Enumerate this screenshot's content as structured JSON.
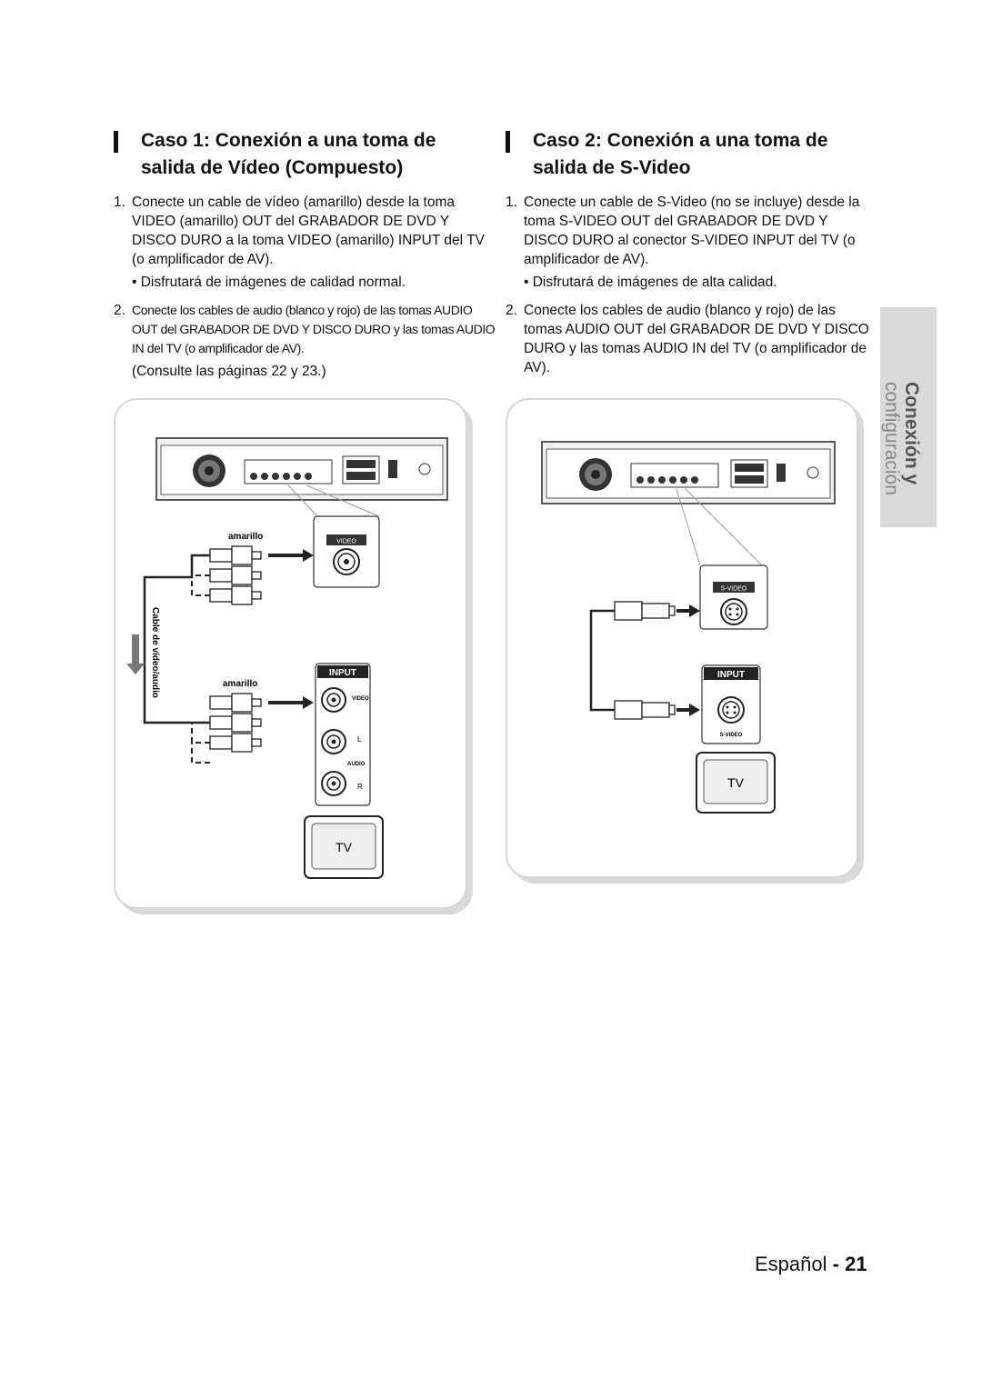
{
  "case1": {
    "title_line1": "Caso 1: Conexión a una toma de",
    "title_line2": "salida de Vídeo (Compuesto)",
    "steps": [
      {
        "num": "1.",
        "text": "Conecte un cable de vídeo (amarillo) desde la toma VIDEO (amarillo) OUT del GRABADOR DE DVD Y DISCO DURO a la toma VIDEO (amarillo) INPUT del TV (o amplificador de AV).",
        "note": "• Disfrutará de imágenes de calidad normal."
      },
      {
        "num": "2.",
        "text": "Conecte los cables de audio (blanco y rojo) de las tomas AUDIO OUT del GRABADOR DE DVD Y DISCO DURO y las tomas AUDIO IN del TV (o amplificador de AV).",
        "note": "(Consulte las páginas 22 y 23.)"
      }
    ],
    "diagram": {
      "label_amarillo_top": "amarillo",
      "label_amarillo_bottom": "amarillo",
      "cable_label": "Cable de vídeo/audio",
      "video_jack_label": "VIDEO",
      "input_badge": "INPUT",
      "tv_video": "VIDEO",
      "tv_l": "L",
      "tv_audio": "AUDIO",
      "tv_r": "R",
      "tv_label": "TV"
    }
  },
  "case2": {
    "title_line1": "Caso 2: Conexión a una toma de",
    "title_line2": "salida de S-Video",
    "steps": [
      {
        "num": "1.",
        "text": "Conecte un cable de S-Video (no se incluye) desde la toma S-VIDEO OUT del GRABADOR DE DVD Y DISCO DURO al conector S-VIDEO INPUT del TV (o amplificador de AV).",
        "note": "• Disfrutará de imágenes de alta calidad."
      },
      {
        "num": "2.",
        "text": "Conecte los cables de audio (blanco y rojo) de las tomas AUDIO OUT del GRABADOR DE DVD Y DISCO DURO y las tomas AUDIO IN del TV (o amplificador de AV).",
        "note": ""
      }
    ],
    "diagram": {
      "svideo_jack_label": "S-VIDEO",
      "input_badge": "INPUT",
      "tv_svideo": "S-VIDEO",
      "tv_label": "TV"
    }
  },
  "side_tab": {
    "line1": "Conexión y",
    "line2": "configuración"
  },
  "footer": {
    "language": "Español",
    "separator": "-",
    "page": "21"
  }
}
